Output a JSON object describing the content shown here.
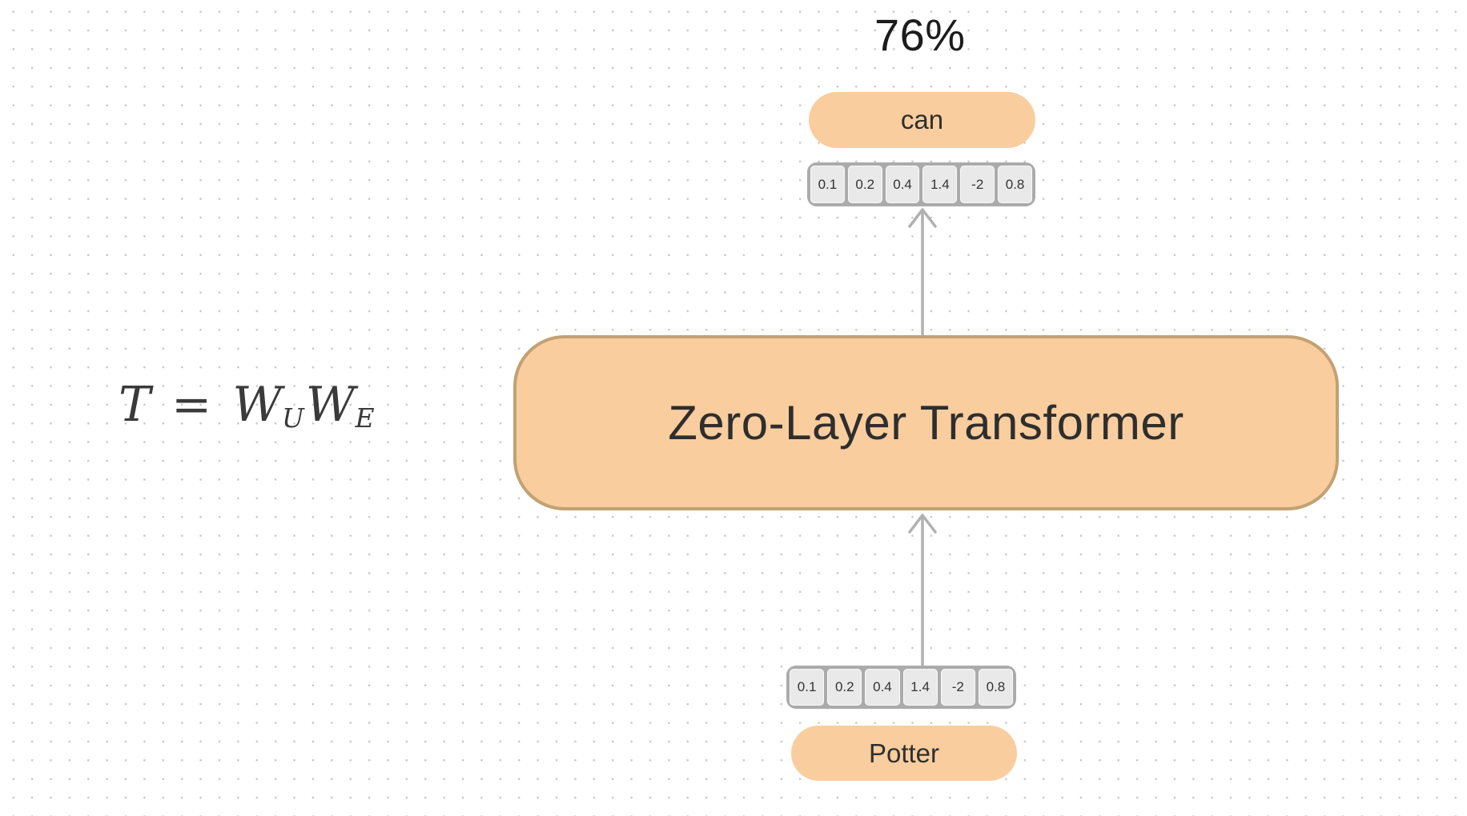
{
  "output": {
    "probability": "76%",
    "token": "can",
    "logits": [
      "0.1",
      "0.2",
      "0.4",
      "1.4",
      "-2",
      "0.8"
    ]
  },
  "model": {
    "label": "Zero-Layer Transformer"
  },
  "formula": {
    "lhs": "T",
    "equals": "=",
    "w1_base": "W",
    "w1_sub": "U",
    "w2_base": "W",
    "w2_sub": "E"
  },
  "input": {
    "embedding": [
      "0.1",
      "0.2",
      "0.4",
      "1.4",
      "-2",
      "0.8"
    ],
    "token": "Potter"
  },
  "colors": {
    "pill_fill": "#facd9e",
    "box_fill": "#f9cd9e",
    "box_border": "#c2a172",
    "vector_frame": "#ababab",
    "cell_fill": "#e9e9e9",
    "arrow": "#b0b0b0",
    "text_dark": "#2e2e2e",
    "dot_grid": "#c9c9c9"
  }
}
